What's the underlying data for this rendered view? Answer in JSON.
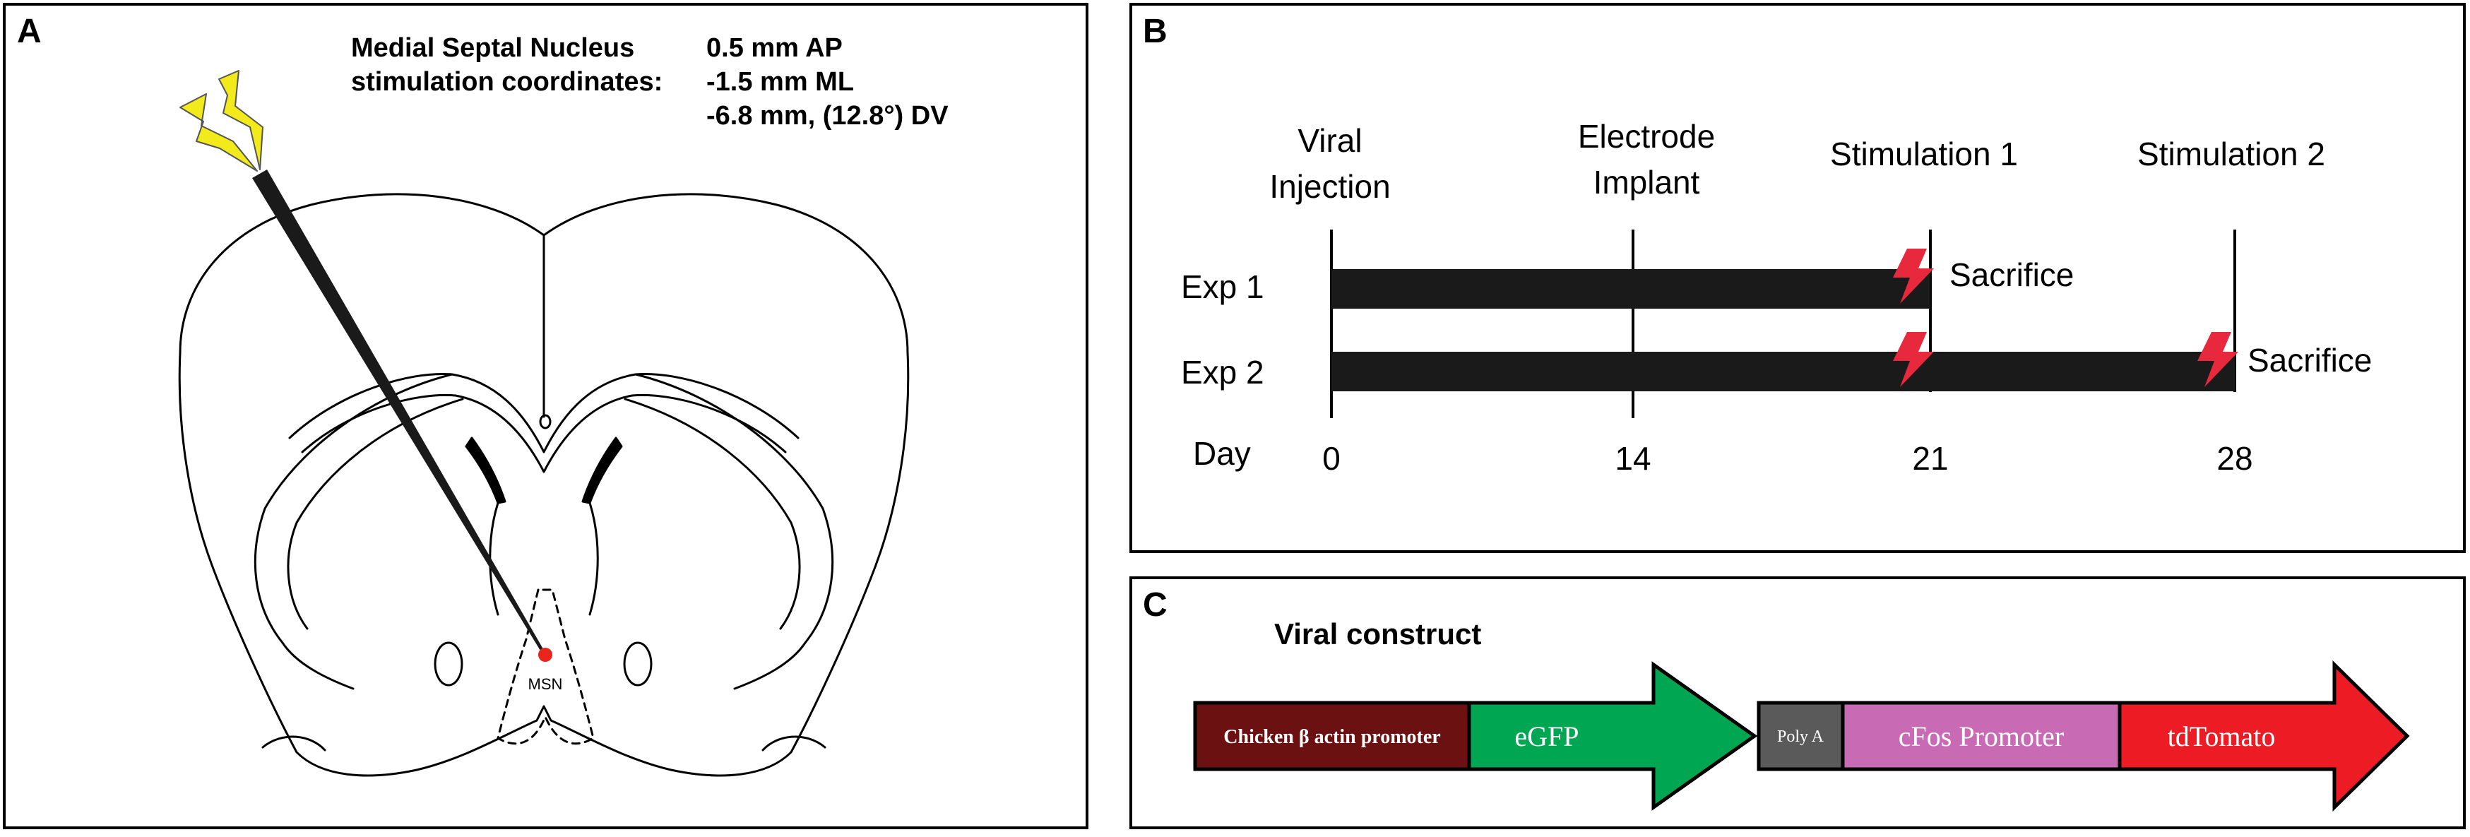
{
  "panels": {
    "a": {
      "letter": "A",
      "coord_label_1": "Medial Septal Nucleus",
      "coord_label_2": "stimulation coordinates:",
      "coord_ap": "0.5 mm AP",
      "coord_ml": "-1.5 mm ML",
      "coord_dv": "-6.8 mm, (12.8°) DV",
      "target_label": "MSN"
    },
    "b": {
      "letter": "B",
      "events": [
        {
          "line1": "Viral",
          "line2": "Injection"
        },
        {
          "line1": "Electrode",
          "line2": "Implant"
        },
        {
          "line1": "Stimulation 1",
          "line2": ""
        },
        {
          "line1": "Stimulation 2",
          "line2": ""
        }
      ],
      "experiments": [
        {
          "label": "Exp 1",
          "end_label": "Sacrifice"
        },
        {
          "label": "Exp 2",
          "end_label": "Sacrifice"
        }
      ],
      "day_label": "Day",
      "days": [
        "0",
        "14",
        "21",
        "28"
      ]
    },
    "c": {
      "letter": "C",
      "title": "Viral construct",
      "segments": {
        "promoter": "Chicken β actin promoter",
        "egfp": "eGFP",
        "polya": "Poly A",
        "cfos": "cFos Promoter",
        "tdtomato": "tdTomato"
      }
    }
  },
  "colors": {
    "promoter": "#6b1111",
    "egfp": "#00a651",
    "polya": "#5a5a5a",
    "cfos": "#c86bb4",
    "tdtomato": "#ed1c24",
    "bolt_yellow": "#f2ea1a",
    "bolt_red": "#e8283c",
    "msn_dot": "#e8261c"
  }
}
